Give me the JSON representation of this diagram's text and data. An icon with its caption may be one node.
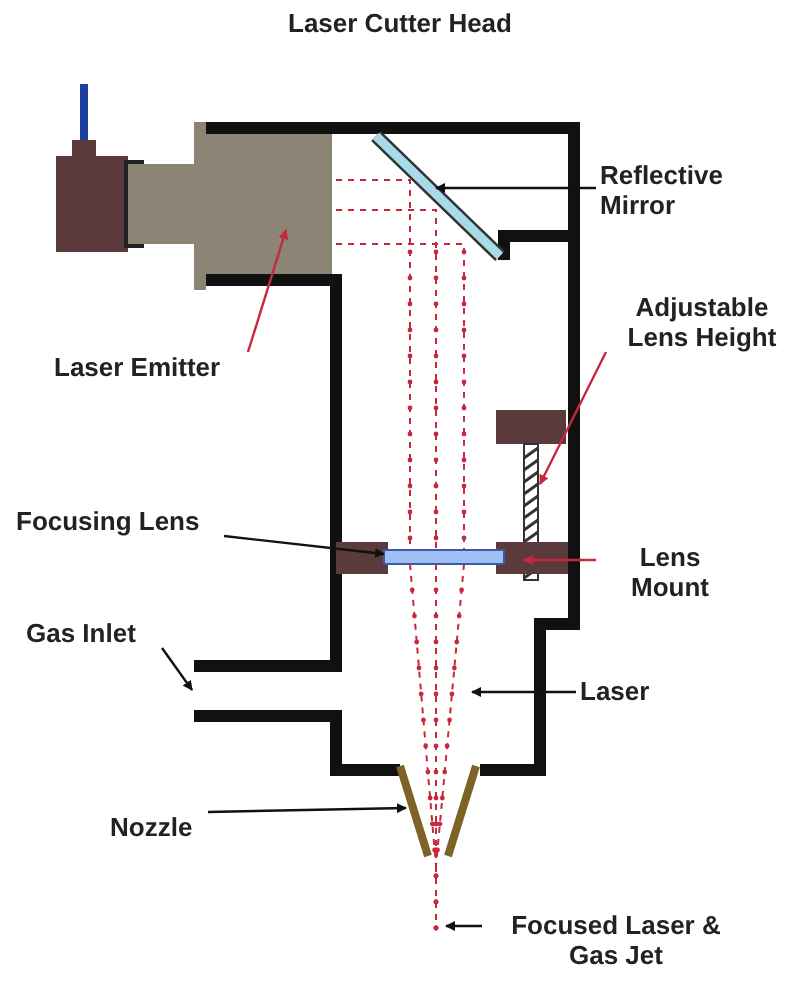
{
  "diagram": {
    "title": "Laser Cutter Head",
    "nodes": [
      {
        "text": [
          "Reflective Mirror"
        ]
      },
      {
        "text": [
          "Adjustable Lens Height"
        ]
      },
      {
        "text": [
          "Laser Emitter"
        ]
      },
      {
        "text": [
          "Focusing Lens"
        ]
      },
      {
        "text": [
          "Lens Mount"
        ]
      },
      {
        "text": [
          "Gas Inlet"
        ]
      },
      {
        "text": [
          "Laser"
        ]
      },
      {
        "text": [
          "Nozzle"
        ]
      },
      {
        "text": [
          "Focused Laser & Gas Jet"
        ]
      }
    ],
    "edges": [
      {
        "from": 0,
        "to": null,
        "arrow": "to"
      },
      {
        "from": 1,
        "to": null,
        "arrow": "to",
        "color": "#c8283c"
      },
      {
        "from": 2,
        "to": null,
        "arrow": "to",
        "color": "#c8283c"
      },
      {
        "from": 3,
        "to": null,
        "arrow": "to"
      },
      {
        "from": 4,
        "to": null,
        "arrow": "to",
        "color": "#c8283c"
      },
      {
        "from": 5,
        "to": null,
        "arrow": "to"
      },
      {
        "from": 6,
        "to": null,
        "arrow": "to"
      },
      {
        "from": 7,
        "to": null,
        "arrow": "to"
      },
      {
        "from": 8,
        "to": null,
        "arrow": "to"
      }
    ]
  }
}
